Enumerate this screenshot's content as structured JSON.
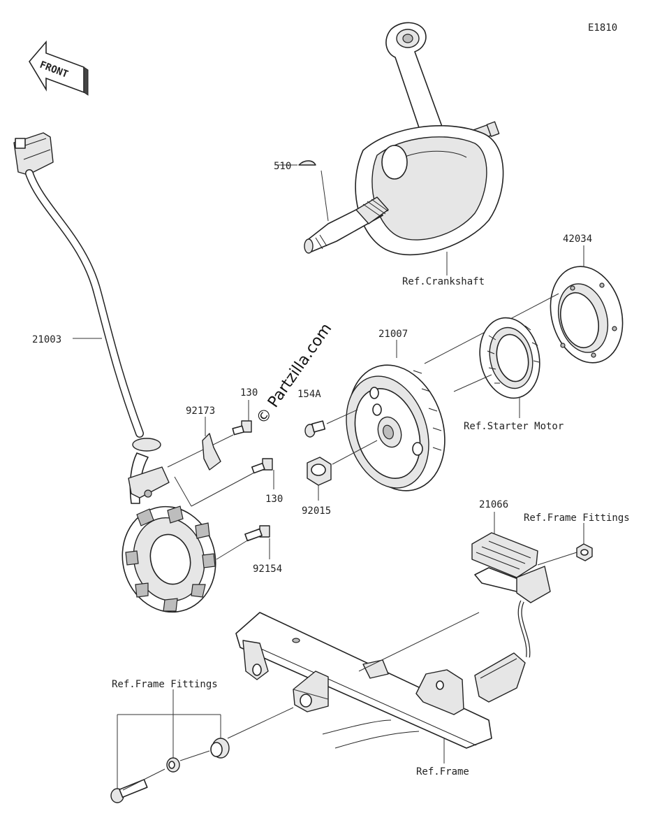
{
  "diagram_code": "E1810",
  "front_label": "FRONT",
  "watermark": "© Partzilla.com",
  "callouts": {
    "harness": "21003",
    "crank_key": "510",
    "crankshaft_ref": "Ref.Crankshaft",
    "gear": "42034",
    "flywheel": "21007",
    "starter_ref": "Ref.Starter Motor",
    "bolt_130_top": "130",
    "clamp": "92173",
    "bolt_154a": "154A",
    "bolt_130_bottom": "130",
    "nut": "92015",
    "bolt_92154": "92154",
    "regulator": "21066",
    "frame_fittings_right": "Ref.Frame Fittings",
    "frame_fittings_left": "Ref.Frame Fittings",
    "frame_ref": "Ref.Frame"
  }
}
